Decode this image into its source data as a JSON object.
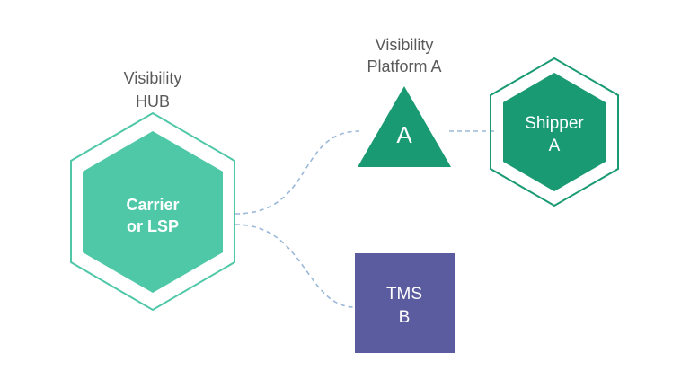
{
  "hub": {
    "caption_line1": "Visibility",
    "caption_line2": "HUB",
    "label_line1": "Carrier",
    "label_line2": "or LSP"
  },
  "platform_a": {
    "caption_line1": "Visibility",
    "caption_line2": "Platform A",
    "label": "A"
  },
  "shipper": {
    "label_line1": "Shipper",
    "label_line2": "A"
  },
  "tms": {
    "label_line1": "TMS",
    "label_line2": "B"
  },
  "colors": {
    "hub_fill": "#4fc8a8",
    "hub_outline": "#4fc8a8",
    "platform_fill": "#199a73",
    "shipper_fill": "#199a73",
    "shipper_outline": "#199a73",
    "tms_fill": "#5b5c9f",
    "connector": "#9ab8d8"
  }
}
